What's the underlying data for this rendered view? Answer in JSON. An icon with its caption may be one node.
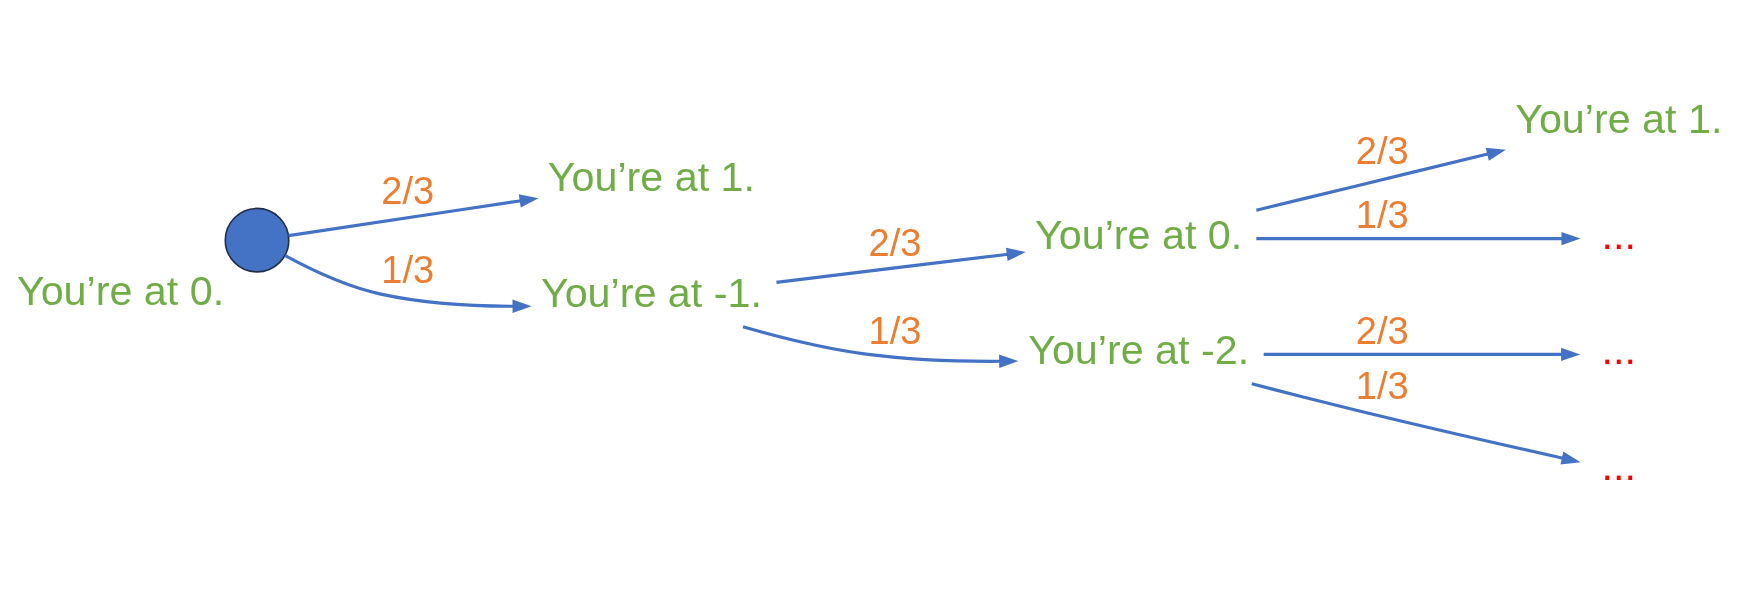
{
  "diagram": {
    "nodes": [
      {
        "text": [],
        "shape": "circle",
        "beside": [
          "You’re at 0."
        ]
      },
      {
        "text": [
          "You’re at 1."
        ]
      },
      {
        "text": [
          "You’re at -1."
        ]
      },
      {
        "text": [
          "You’re at 0."
        ]
      },
      {
        "text": [
          "You’re at -2."
        ]
      },
      {
        "text": [
          "You’re at 1."
        ]
      },
      {
        "text": [
          "..."
        ]
      },
      {
        "text": [
          "..."
        ]
      },
      {
        "text": [
          "..."
        ]
      }
    ],
    "edges": [
      {
        "from": 0,
        "to": 1,
        "arrow": "to",
        "label": "2/3"
      },
      {
        "from": 0,
        "to": 2,
        "arrow": "to",
        "label": "1/3"
      },
      {
        "from": 2,
        "to": 3,
        "arrow": "to",
        "label": "2/3"
      },
      {
        "from": 2,
        "to": 4,
        "arrow": "to",
        "label": "1/3"
      },
      {
        "from": 3,
        "to": 5,
        "arrow": "to",
        "label": "2/3"
      },
      {
        "from": 3,
        "to": 6,
        "arrow": "to",
        "label": "1/3"
      },
      {
        "from": 4,
        "to": 7,
        "arrow": "to",
        "label": "2/3"
      },
      {
        "from": 4,
        "to": 8,
        "arrow": "to",
        "label": "1/3"
      }
    ]
  }
}
